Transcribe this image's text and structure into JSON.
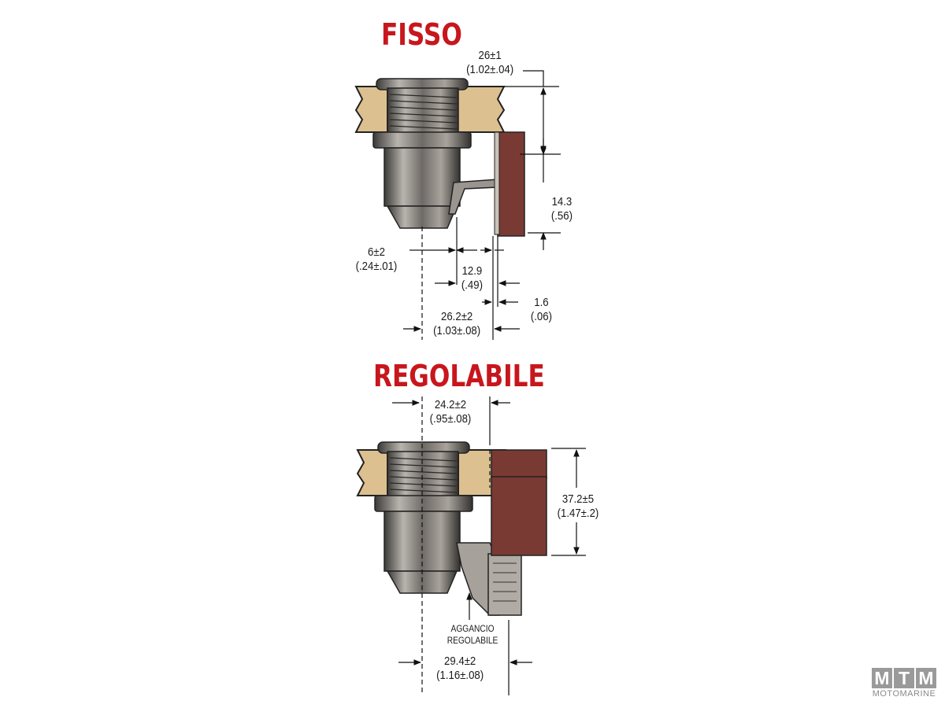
{
  "fixed": {
    "title": "FISSO",
    "dims": [
      {
        "id": "a",
        "mm": "26±1",
        "inch": "(1.02±.04)"
      },
      {
        "id": "b",
        "mm": "14.3",
        "inch": "(.56)"
      },
      {
        "id": "c",
        "mm": "6±2",
        "inch": "(.24±.01)"
      },
      {
        "id": "d",
        "mm": "12.9",
        "inch": "(.49)"
      },
      {
        "id": "e",
        "mm": "1.6",
        "inch": "(.06)"
      },
      {
        "id": "f",
        "mm": "26.2±2",
        "inch": "(1.03±.08)"
      }
    ]
  },
  "adjustable": {
    "title": "REGOLABILE",
    "dims": [
      {
        "id": "g",
        "mm": "24.2±2",
        "inch": "(.95±.08)"
      },
      {
        "id": "h",
        "mm": "37.2±5",
        "inch": "(1.47±.2)"
      },
      {
        "id": "i",
        "mm": "29.4±2",
        "inch": "(1.16±.08)"
      }
    ],
    "note_line1": "AGGANCIO",
    "note_line2": "REGOLABILE"
  },
  "logo": {
    "letters": [
      "M",
      "T",
      "M"
    ],
    "name": "MOTOMARINE"
  },
  "colors": {
    "title": "#c8161d",
    "wood": "#dcc08f",
    "cam": "#7a3a34",
    "metal": "#8a8580"
  }
}
